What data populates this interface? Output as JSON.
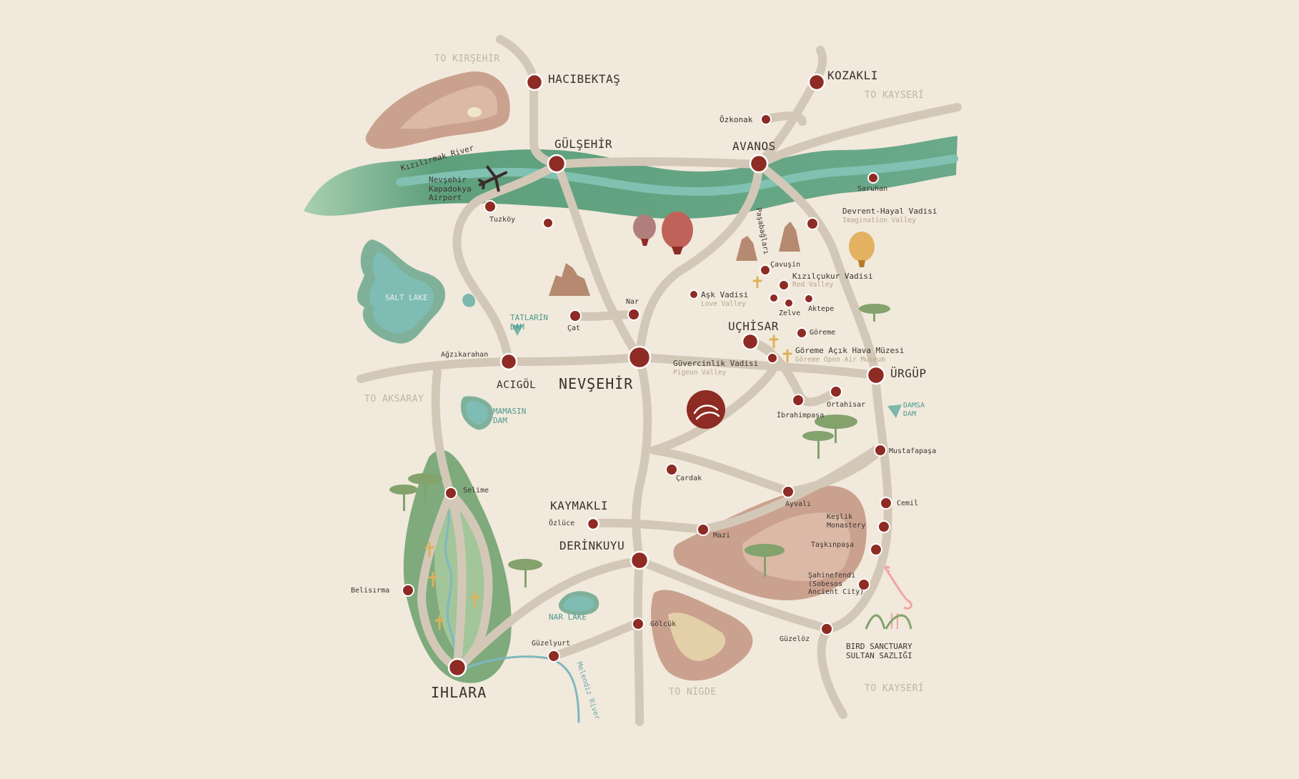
{
  "colors": {
    "background": "#f1e9dc",
    "road": "#d3c8b7",
    "river": "#6bab8f",
    "river_core": "#7cbcab",
    "lake": "#7ab9ac",
    "town": "#8e2b24",
    "terrain": "#c9a08d",
    "church_cross": "#e0b158",
    "label": "#3d3430",
    "sublabel": "#b9a48b",
    "direction": "#c1b4a2"
  },
  "icons": [
    "airplane-icon",
    "hot-air-balloon-icon",
    "fairy-chimney-icon",
    "church-cross-icon",
    "tree-icon",
    "flamingo-icon",
    "brand-logo-icon"
  ],
  "directions": {
    "kirsehir": "TO KIRŞEHİR",
    "kayseri_north": "TO KAYSERİ",
    "aksaray": "TO AKSARAY",
    "nigde": "TO NİGDE",
    "kayseri_south": "TO KAYSERİ"
  },
  "waters": {
    "river": "Kızılırmak River",
    "salt_lake": "SALT LAKE",
    "tatlarin_dam": "TATLARİN\nDAM",
    "mamasin_dam": "MAMASIN\nDAM",
    "damsa_dam": "DAMSA\nDAM",
    "nar_lake": "NAR LAKE",
    "melendiz_river": "Melendiz River"
  },
  "cities": {
    "hacibektas": "HACIBEKTAŞ",
    "kozakli": "KOZAKLI",
    "gulsehir": "GÜLŞEHİR",
    "avanos": "AVANOS",
    "uchisar": "UÇHİSAR",
    "urgup": "ÜRGÜP",
    "acigol": "ACIGÖL",
    "nevsehir": "NEVŞEHİR",
    "kaymakli": "KAYMAKLI",
    "derinkuyu": "DERİNKUYU",
    "ihlara": "IHLARA"
  },
  "places": {
    "ozkonak": "Özkonak",
    "airport": "Nevşehir\nKapadokya\nAirport",
    "tuzkoy": "Tuzköy",
    "saruhan": "Saruhan",
    "devrent": "Devrent-Hayal Vadisi",
    "devrent_sub": "Imagination Valley",
    "pasabaglari": "Paşabağları",
    "cavusin": "Çavuşin",
    "kizilcukur": "Kızılçukur Vadisi",
    "kizilcukur_sub": "Red Valley",
    "ask_vadisi": "Aşk Vadisi",
    "ask_vadisi_sub": "Love Valley",
    "zelve": "Zelve",
    "aktepe": "Aktepe",
    "nar": "Nar",
    "cat": "Çat",
    "goreme": "Göreme",
    "goreme_museum": "Göreme Açık Hava Müzesi",
    "goreme_museum_sub": "Göreme Open Air Museum",
    "guvercinlik": "Güvercinlik Vadisi",
    "guvercinlik_sub": "Pigeon Valley",
    "agzikarahan": "Ağzıkarahan",
    "ortahisar": "Ortahisar",
    "ibrahimpasa": "İbrahimpaşa",
    "mustafapasa": "Mustafapaşa",
    "cardak": "Çardak",
    "ayvali": "Ayvalı",
    "selime": "Selime",
    "cemil": "Cemil",
    "ozluce": "Özlüce",
    "keslik": "Keşlik\nMonastery",
    "mazi": "Mazi",
    "taskinpasa": "Taşkınpaşa",
    "belisirma": "Belisırma",
    "sahinefendi": "Şahinefendi\n(Sobesos\nAncient City)",
    "golcuk": "Gölcük",
    "guzelyurt": "Güzelyurt",
    "guzeloz": "Güzelöz",
    "bird_sanctuary": "BIRD SANCTUARY\nSULTAN SAZLIĞI"
  }
}
